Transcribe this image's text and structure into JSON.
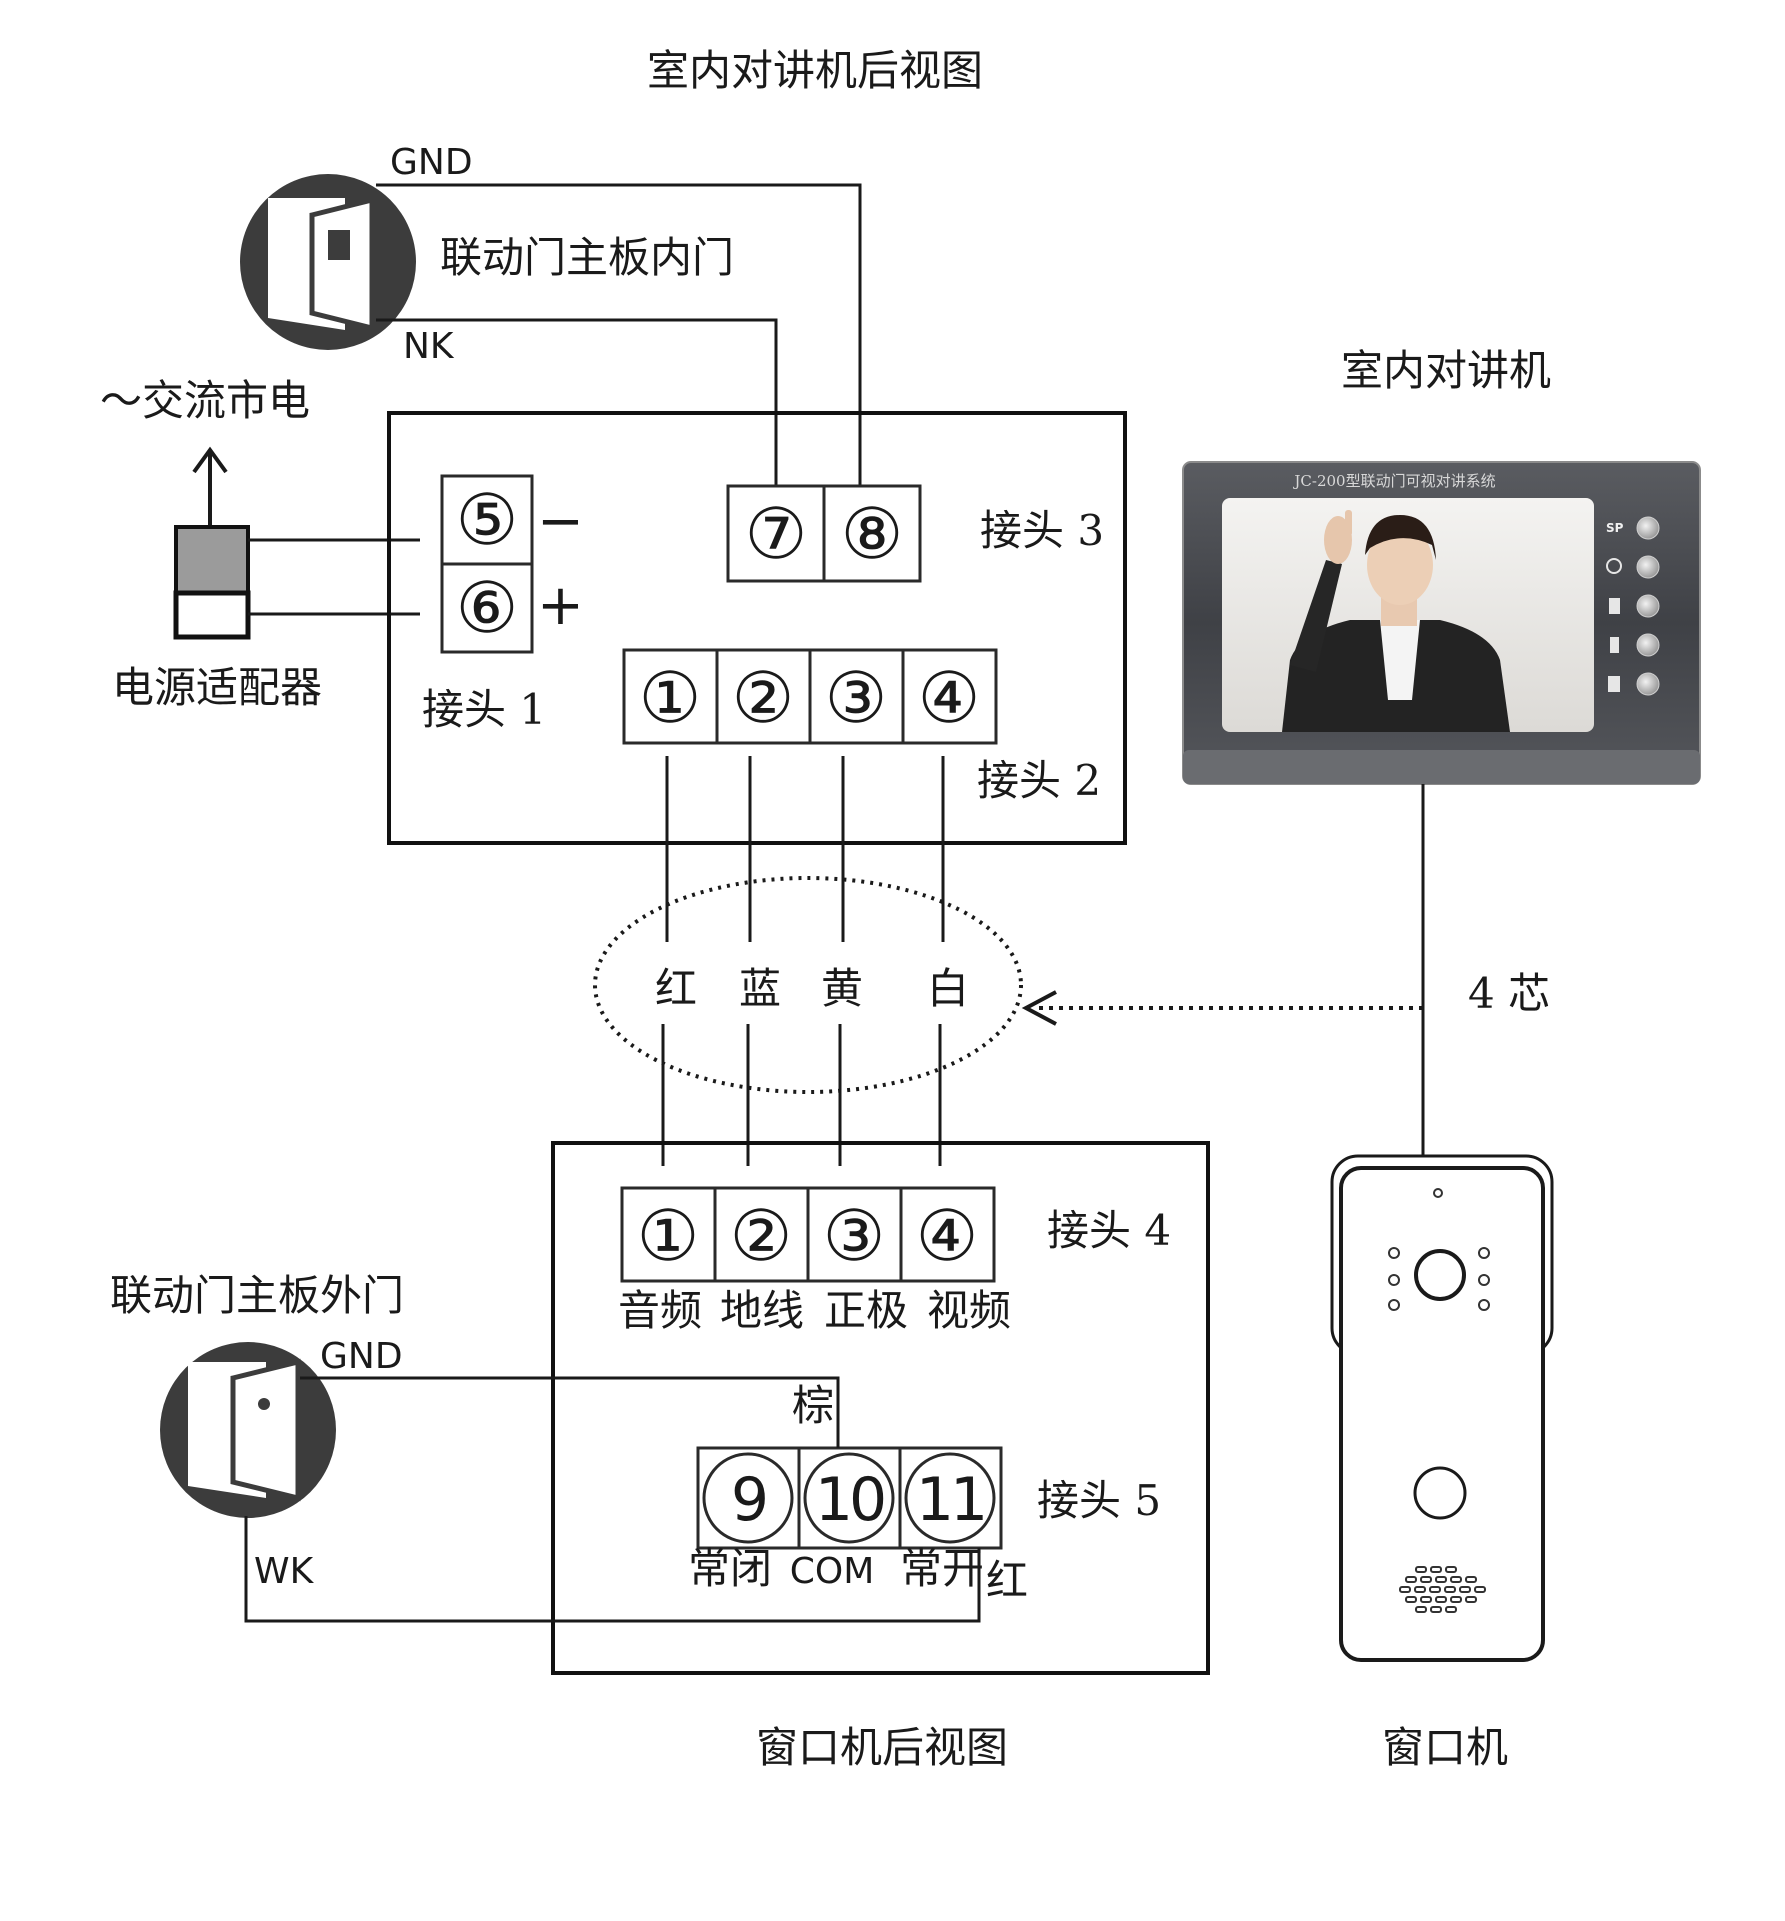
{
  "titles": {
    "indoor_rear": "室内对讲机后视图",
    "indoor_unit": "室内对讲机",
    "outdoor_rear": "窗口机后视图",
    "outdoor_unit": "窗口机"
  },
  "inner_door": {
    "label": "联动门主板内门",
    "gnd": "GND",
    "nk": "NK"
  },
  "outer_door": {
    "label": "联动门主板外门",
    "gnd": "GND",
    "wk": "WK"
  },
  "power": {
    "mains_label": "～交流市电",
    "adapter_label": "电源适配器",
    "minus": "−",
    "plus": "+"
  },
  "connectors": {
    "c1": {
      "label": "接头 1",
      "terminals": [
        "⑤",
        "⑥"
      ]
    },
    "c2": {
      "label": "接头 2",
      "terminals": [
        "①",
        "②",
        "③",
        "④"
      ]
    },
    "c3": {
      "label": "接头 3",
      "terminals": [
        "⑦",
        "⑧"
      ]
    },
    "c4": {
      "label": "接头 4",
      "terminals": [
        "①",
        "②",
        "③",
        "④"
      ],
      "pin_labels": [
        "音频",
        "地线",
        "正极",
        "视频"
      ]
    },
    "c5": {
      "label": "接头 5",
      "terminals": [
        "9",
        "10",
        "11"
      ],
      "pin_labels": [
        "常闭",
        "COM",
        "常开"
      ]
    }
  },
  "cable": {
    "colors": [
      "红",
      "蓝",
      "黄",
      "白"
    ],
    "core_label": "4 芯"
  },
  "wire_labels": {
    "brown": "棕",
    "red": "红"
  },
  "monitor": {
    "panel_text": "JC-200型联动门可视对讲系统",
    "sp_label": "SP"
  },
  "colors": {
    "line": "#1a1a1a",
    "device_dark": "#4a4c51",
    "adapter_grey": "#9b9b9b",
    "door_dark": "#3c3c3c"
  }
}
